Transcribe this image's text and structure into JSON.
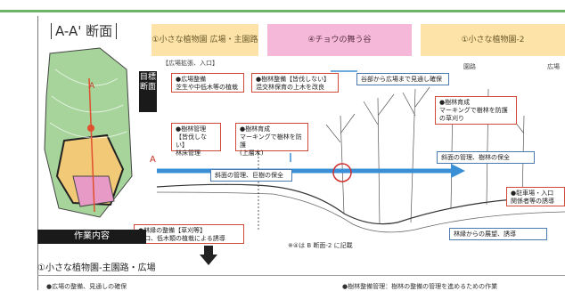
{
  "section_title": "A-A' 断面",
  "zones": [
    {
      "label": "①小さな植物園 広場・主園路"
    },
    {
      "label": "④チョウの舞う谷"
    },
    {
      "label": "①小さな植物園-2"
    }
  ],
  "zone_subs": {
    "z1_sub": "【広場拡張、入口】",
    "z3_sub_a": "園路",
    "z3_sub_b": "広場"
  },
  "vertical_label": "目標断面",
  "callouts": {
    "c1": "●広場整備\n芝生や中低木等の植栽",
    "c2": "●樹林整備【皆伐しない】\n混交林保育の上木を改良",
    "c3": "谷部から広場まで見通し確保",
    "c4": "●樹林管理\n【皆伐しない】\n林床管理",
    "c5": "●樹林育成\nマーキングで樹林を防護\n(上層木)",
    "c6": "●樹林育成\nマーキングで樹林を防護\nの草刈り",
    "c7": "斜面の管理、巨樹の保全",
    "c8": "斜面の管理、樹林の保全",
    "c9": "●林縁の整備【草刈等】\n入口、低木類の植栽による誘導",
    "c10": "●駐車場・入口\n関係者等の誘導",
    "c11": "林縁からの展望、誘導"
  },
  "note": "※④は B 断面-2 に記載",
  "work_label": "作業内容",
  "route_title": "①小さな植物園-主園路・広場",
  "footer": {
    "left": "●広場の整備、見通しの確保",
    "right": "●樹林整備管理：樹林の整備の管理を進めるための作業"
  },
  "section_marks": {
    "a_left": "A",
    "a_top": "A"
  },
  "colors": {
    "accent_green": "#6fb26a",
    "zone_yellow": "#fde3a8",
    "zone_pink": "#f6b8d8",
    "arrow_blue": "#3a8fd6",
    "callout_red": "#d04a3a"
  }
}
